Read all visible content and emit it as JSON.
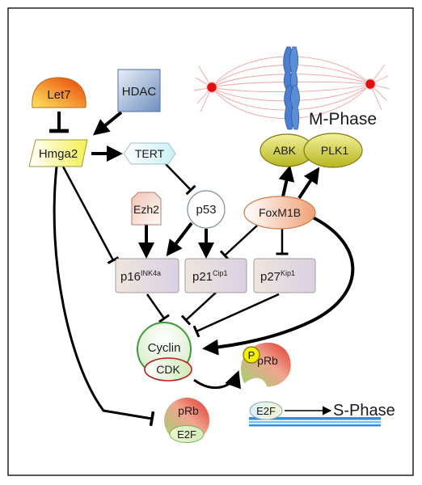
{
  "nodes": {
    "let7": "Let7",
    "hdac": "HDAC",
    "hmga2": "Hmga2",
    "tert": "TERT",
    "ezh2": "Ezh2",
    "p53": "p53",
    "foxm1b": "FoxM1B",
    "abk": "ABK",
    "plk1": "PLK1",
    "p16": {
      "base": "p16",
      "sup": "INK4a"
    },
    "p21": {
      "base": "p21",
      "sup": "Cip1"
    },
    "p27": {
      "base": "p27",
      "sup": "Kip1"
    },
    "cyclin": "Cyclin",
    "cdk": "CDK",
    "p_badge": "P",
    "prb_phos": "pRb",
    "e2f_free": "E2F",
    "prb_bound": "pRb",
    "e2f_bound": "E2F"
  },
  "labels": {
    "m_phase": "M-Phase",
    "s_phase": "S-Phase"
  },
  "colors": {
    "red_spindle_pole": "#e01010",
    "chromosome_blue": "#4a7fd0",
    "dna_blue": "#2f8fe0",
    "ring_green": "#3c9a3c",
    "ring_red": "#c01a1a",
    "arrow_black": "#000000"
  }
}
